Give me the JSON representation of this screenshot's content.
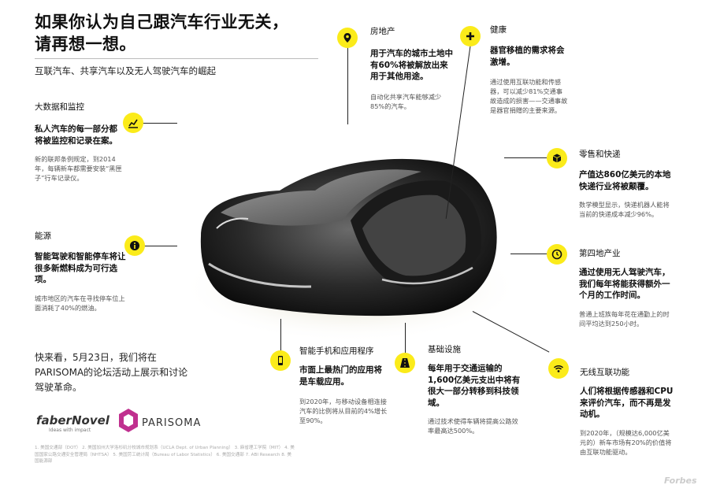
{
  "header": {
    "title_line1": "如果你认为自己跟汽车行业无关，",
    "title_line2": "请再想一想。",
    "subtitle": "互联汽车、共享汽车以及无人驾驶汽车的崛起"
  },
  "sections": {
    "bigdata": {
      "heading": "大数据和监控",
      "bold": "私人汽车的每一部分都将被监控和记录在案。",
      "small": "新的联邦条例规定，到2014年，每辆新车都需要安装“黑匣子”行车记录仪。",
      "icon": "chart-icon"
    },
    "energy": {
      "heading": "能源",
      "bold": "智能驾驶和智能停车将让很多新燃料成为可行选项。",
      "small": "城市地区的汽车在寻找停车位上面消耗了40%的燃油。",
      "icon": "info-icon"
    },
    "realestate": {
      "heading": "房地产",
      "bold": "用于汽车的城市土地中有60%将被解放出来用于其他用途。",
      "small": "自动化共享汽车能够减少85%的汽车。",
      "icon": "pin-icon"
    },
    "health": {
      "heading": "健康",
      "bold": "器官移植的需求将会激增。",
      "small": "通过使用互联功能和传感器，可以减少81%交通事故造成的损害——交通事故是器官捐赠的主要来源。",
      "icon": "plus-icon"
    },
    "retail": {
      "heading": "零售和快递",
      "bold": "产值达860亿美元的本地快递行业将被颠覆。",
      "small": "数学模型显示，快递机器人能将当前的快递成本减少96%。",
      "icon": "box-icon"
    },
    "thirdspace": {
      "heading": "第四地产业",
      "bold": "通过使用无人驾驶汽车，我们每年将能获得额外一个月的工作时间。",
      "small": "普通上班族每年花在通勤上的时间平均达到250小时。",
      "icon": "clock-icon"
    },
    "mobile": {
      "heading": "智能手机和应用程序",
      "bold": "市面上最热门的应用将是车载应用。",
      "small": "到2020年，与移动设备相连接汽车的比例将从目前的4%增长至90%。",
      "icon": "phone-icon"
    },
    "infrastructure": {
      "heading": "基础设施",
      "bold": "每年用于交通运输的1,600亿美元支出中将有很大一部分转移到科技领域。",
      "small": "通过技术使得车辆将提高公路效率最高达500%。",
      "icon": "road-icon"
    },
    "wireless": {
      "heading": "无线互联功能",
      "bold": "人们将根据传感器和CPU来评价汽车，而不再是发动机。",
      "small": "到2020年，（规模达6,000亿美元的）新车市场有20%的价值将由互联功能驱动。",
      "icon": "wifi-icon"
    }
  },
  "event": {
    "text": "快来看，5月23日，我们将在PARISOMA的论坛活动上展示和讨论驾驶革命。"
  },
  "logos": {
    "fabernovel": "faberNovel",
    "fabernovel_tagline": "Ideas with impact",
    "parisoma": "PARISOMA"
  },
  "footnotes": "1. 美国交通部（DOT） 2. 美国加州大学洛杉矶分校城市规划系（UCLA Dept. of Urban Planning） 3. 麻省理工学院（MIT） 4. 美国国家公路交通安全管理局（NHTSA） 5. 美国劳工统计局（Bureau of Labor Statistics） 6. 美国交通部 7. ABI Research 8. 美国能源部",
  "watermark": "Forbes",
  "colors": {
    "accent": "#fbeb1a",
    "text": "#111111"
  }
}
